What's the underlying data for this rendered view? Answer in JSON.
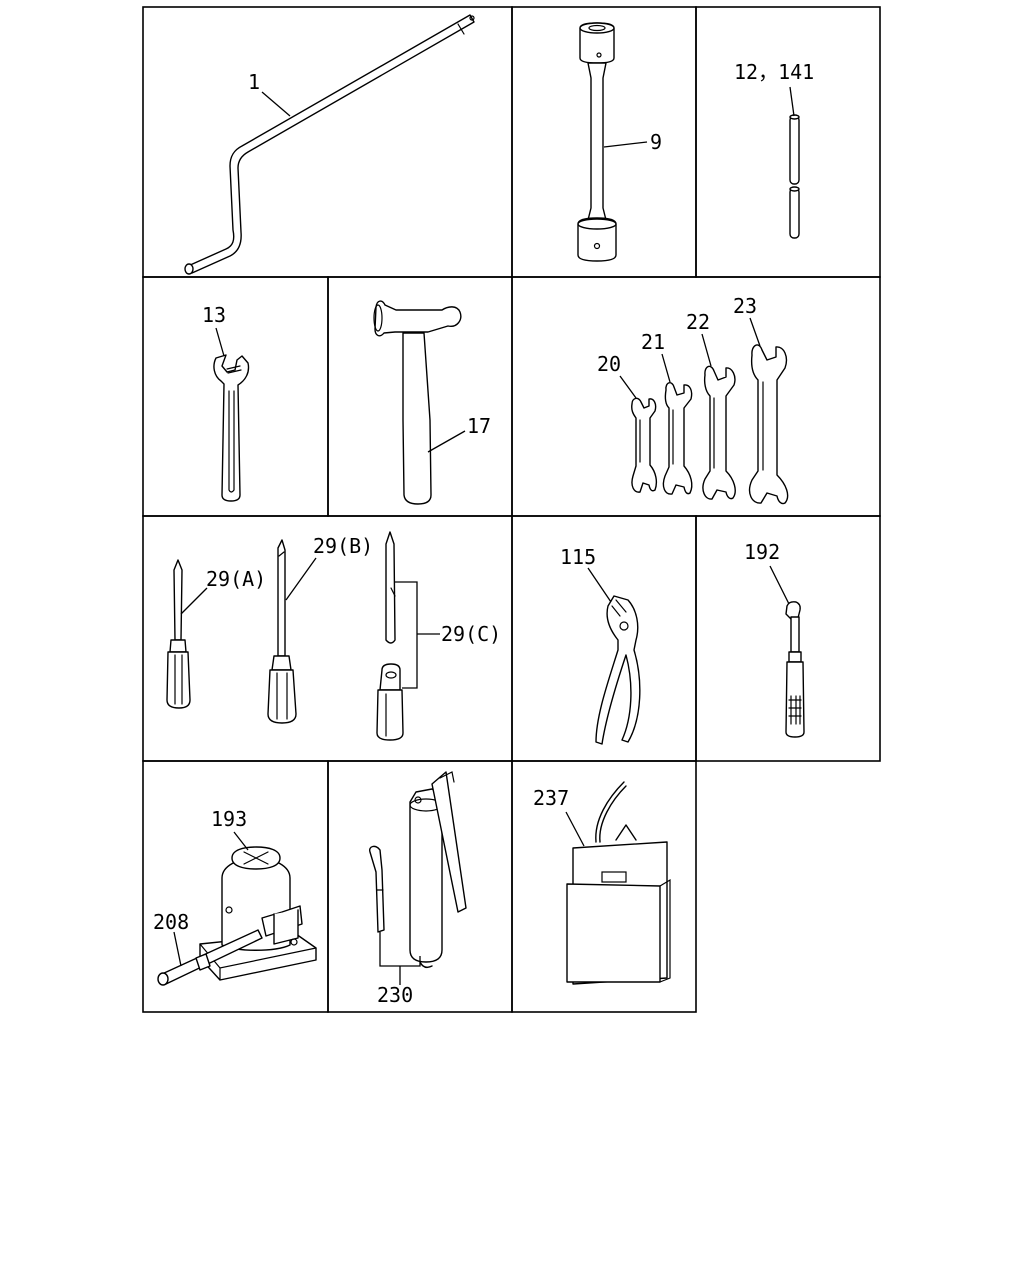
{
  "callouts": {
    "c1": "1",
    "c9": "9",
    "c12_141": "12，141",
    "c13": "13",
    "c17": "17",
    "c20": "20",
    "c21": "21",
    "c22": "22",
    "c23": "23",
    "c29a": "29(A)",
    "c29b": "29(B)",
    "c29c": "29(C)",
    "c115": "115",
    "c192": "192",
    "c193": "193",
    "c208": "208",
    "c230": "230",
    "c237": "237"
  },
  "colors": {
    "line": "#000000",
    "background": "#ffffff"
  }
}
